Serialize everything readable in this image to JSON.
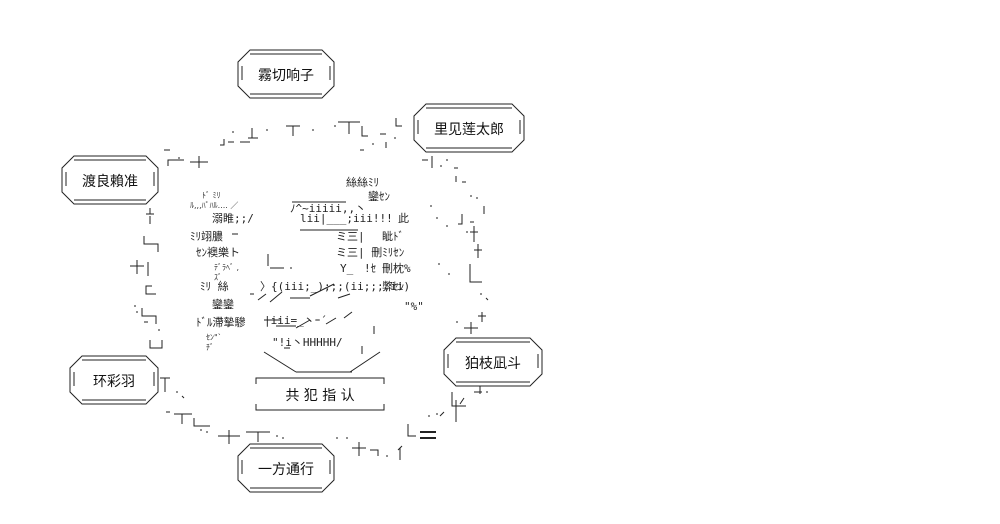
{
  "nodes": {
    "top": "霧切响子",
    "upper_right": "里见莲太郎",
    "left": "渡良賴准",
    "right": "狛枝凪斗",
    "lower_left": "环彩羽",
    "bottom": "一方通行"
  },
  "center_caption": "共 犯 指 认",
  "aa_fragments": {
    "f1": "溺睢;;/",
    "f2": "ﾐﾘ翊膿",
    "f3": "ｾﾝ襖樂ト",
    "f4": "ﾐﾘ 絲",
    "f5": "鑾鑾",
    "f6": "ﾄﾞﾙ滯摯驂",
    "f7": "絲絲ﾐﾘ",
    "f8": "鑾ｾﾝ",
    "f9": "此",
    "f10": "ミ三|",
    "f11": "眦ﾄﾞ",
    "f12": "ミ三| 刪ﾐﾘｾﾝ",
    "f13": "刪枕%",
    "f14": "弊ｾﾝ",
    "f15": "\"!i丶HHHHH/",
    "f16": "|iii=_丶ｰ´",
    "f17": "〉{(iii;_);;;(ii;;;;ii)",
    "f18": "lii|___;iii!!!",
    "f19": "ﾉ^~iiiii,,丶",
    "f20": "Y_",
    "f21": "!ｾ",
    "f22": "\"%\""
  }
}
